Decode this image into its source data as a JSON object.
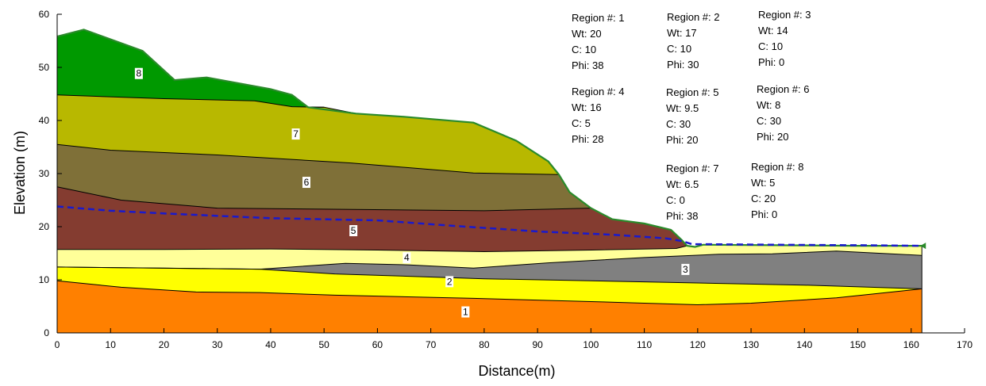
{
  "chart_data": {
    "type": "area",
    "title": "",
    "xlabel": "Distance(m)",
    "ylabel": "Elevation (m)",
    "xlim": [
      0,
      170
    ],
    "ylim": [
      0,
      60
    ],
    "x_ticks": [
      "0",
      "10",
      "20",
      "30",
      "40",
      "50",
      "60",
      "70",
      "80",
      "90",
      "100",
      "110",
      "120",
      "130",
      "140",
      "150",
      "160",
      "170"
    ],
    "y_ticks": [
      "0",
      "10",
      "20",
      "30",
      "40",
      "50",
      "60"
    ],
    "grid": false,
    "layers": [
      {
        "id": "1",
        "color": "#ff8000",
        "top": [
          [
            0,
            9.8
          ],
          [
            12,
            8.6
          ],
          [
            26,
            7.7
          ],
          [
            38,
            7.6
          ],
          [
            52,
            7.1
          ],
          [
            78,
            6.5
          ],
          [
            100,
            5.9
          ],
          [
            120,
            5.3
          ],
          [
            130,
            5.6
          ],
          [
            146,
            6.6
          ],
          [
            162,
            8.3
          ]
        ],
        "label_at": [
          76.5,
          3.8
        ]
      },
      {
        "id": "2",
        "color": "#ffff00",
        "top": [
          [
            0,
            12.4
          ],
          [
            20,
            12.2
          ],
          [
            38,
            12.0
          ],
          [
            52,
            11.1
          ],
          [
            80,
            10.2
          ],
          [
            100,
            9.8
          ],
          [
            120,
            9.4
          ],
          [
            140,
            9.0
          ],
          [
            162,
            8.3
          ]
        ],
        "label_at": [
          73.5,
          9.5
        ]
      },
      {
        "id": "3",
        "color": "#808080",
        "top": [
          [
            0,
            12.4
          ],
          [
            38,
            12.0
          ],
          [
            54,
            13.1
          ],
          [
            66,
            12.8
          ],
          [
            78,
            12.2
          ],
          [
            92,
            13.2
          ],
          [
            110,
            14.2
          ],
          [
            124,
            14.8
          ],
          [
            134,
            14.9
          ],
          [
            146,
            15.4
          ],
          [
            162,
            14.6
          ]
        ],
        "label_at": [
          117.7,
          11.8
        ]
      },
      {
        "id": "4",
        "color": "#ffff99",
        "top": [
          [
            0,
            15.7
          ],
          [
            20,
            15.7
          ],
          [
            40,
            15.8
          ],
          [
            60,
            15.6
          ],
          [
            80,
            15.3
          ],
          [
            100,
            15.6
          ],
          [
            116,
            15.9
          ],
          [
            118,
            16.4
          ],
          [
            119.5,
            16.2
          ],
          [
            121,
            16.6
          ],
          [
            135,
            16.5
          ],
          [
            150,
            16.4
          ],
          [
            162,
            16.4
          ]
        ],
        "label_at": [
          65.5,
          14.0
        ]
      },
      {
        "id": "5",
        "color": "#843c30",
        "top": [
          [
            0,
            27.5
          ],
          [
            12,
            25.0
          ],
          [
            30,
            23.5
          ],
          [
            50,
            23.3
          ],
          [
            80,
            23.0
          ],
          [
            100,
            23.5
          ],
          [
            104,
            21.4
          ],
          [
            110,
            20.6
          ],
          [
            115,
            19.4
          ],
          [
            117,
            17.5
          ],
          [
            118,
            16.4
          ]
        ],
        "label_at": [
          55.5,
          19.1
        ]
      },
      {
        "id": "6",
        "color": "#7f7038",
        "top": [
          [
            0,
            35.5
          ],
          [
            10,
            34.4
          ],
          [
            30,
            33.5
          ],
          [
            55,
            32.0
          ],
          [
            78,
            30.1
          ],
          [
            94,
            29.8
          ],
          [
            96,
            26.5
          ],
          [
            100,
            23.5
          ]
        ],
        "label_at": [
          46.7,
          28.2
        ]
      },
      {
        "id": "7",
        "color": "#b8b800",
        "top": [
          [
            0,
            44.8
          ],
          [
            20,
            44.1
          ],
          [
            37,
            43.7
          ],
          [
            44,
            42.6
          ],
          [
            50,
            42.5
          ],
          [
            56,
            41.3
          ],
          [
            65,
            40.7
          ],
          [
            78,
            39.6
          ],
          [
            86,
            36.2
          ],
          [
            92,
            32.3
          ],
          [
            94,
            29.8
          ]
        ],
        "label_at": [
          44.7,
          37.3
        ]
      },
      {
        "id": "8",
        "color": "#009900",
        "top": [
          [
            0,
            55.8
          ],
          [
            5,
            57.1
          ],
          [
            16,
            53.1
          ],
          [
            22,
            47.6
          ],
          [
            28,
            48.1
          ],
          [
            40,
            45.9
          ],
          [
            44,
            44.8
          ],
          [
            47,
            42.5
          ],
          [
            50,
            42.5
          ]
        ],
        "label_at": [
          15.3,
          48.7
        ]
      }
    ],
    "ground_surface": [
      [
        0,
        55.8
      ],
      [
        5,
        57.1
      ],
      [
        16,
        53.1
      ],
      [
        22,
        47.6
      ],
      [
        28,
        48.1
      ],
      [
        40,
        45.9
      ],
      [
        44,
        44.8
      ],
      [
        47,
        42.5
      ],
      [
        56,
        41.3
      ],
      [
        65,
        40.7
      ],
      [
        78,
        39.6
      ],
      [
        86,
        36.2
      ],
      [
        92,
        32.3
      ],
      [
        94,
        29.8
      ],
      [
        96,
        26.5
      ],
      [
        100,
        23.5
      ],
      [
        104,
        21.4
      ],
      [
        110,
        20.6
      ],
      [
        115,
        19.4
      ],
      [
        117,
        17.5
      ],
      [
        118,
        16.4
      ],
      [
        119.5,
        16.2
      ],
      [
        121,
        16.6
      ],
      [
        135,
        16.5
      ],
      [
        150,
        16.4
      ],
      [
        162,
        16.4
      ]
    ],
    "water_table": [
      [
        0,
        23.8
      ],
      [
        10,
        23.0
      ],
      [
        20,
        22.5
      ],
      [
        40,
        21.6
      ],
      [
        60,
        21.2
      ],
      [
        75,
        20.1
      ],
      [
        90,
        19.1
      ],
      [
        104,
        18.5
      ],
      [
        114,
        17.8
      ],
      [
        117,
        17.3
      ],
      [
        119,
        16.7
      ],
      [
        121,
        16.7
      ],
      [
        135,
        16.6
      ],
      [
        150,
        16.5
      ],
      [
        162,
        16.4
      ]
    ],
    "regions": [
      {
        "title": "Region  #: 1",
        "wt": "Wt: 20",
        "c": "C: 10",
        "phi": "Phi: 38"
      },
      {
        "title": "Region  #: 2",
        "wt": "Wt: 17",
        "c": "C: 10",
        "phi": "Phi: 30"
      },
      {
        "title": "Region  #: 3",
        "wt": "Wt: 14",
        "c": "C: 10",
        "phi": "Phi: 0"
      },
      {
        "title": "Region  #: 4",
        "wt": "Wt: 16",
        "c": "C: 5",
        "phi": "Phi: 28"
      },
      {
        "title": "Region  #: 5",
        "wt": "Wt: 9.5",
        "c": "C: 30",
        "phi": "Phi: 20"
      },
      {
        "title": "Region  #: 6",
        "wt": "Wt: 8",
        "c": "C: 30",
        "phi": "Phi: 20"
      },
      {
        "title": "Region  #: 7",
        "wt": "Wt: 6.5",
        "c": "C: 0",
        "phi": "Phi: 38"
      },
      {
        "title": "Region  #: 8",
        "wt": "Wt: 5",
        "c": "C: 20",
        "phi": "Phi: 0"
      }
    ]
  }
}
